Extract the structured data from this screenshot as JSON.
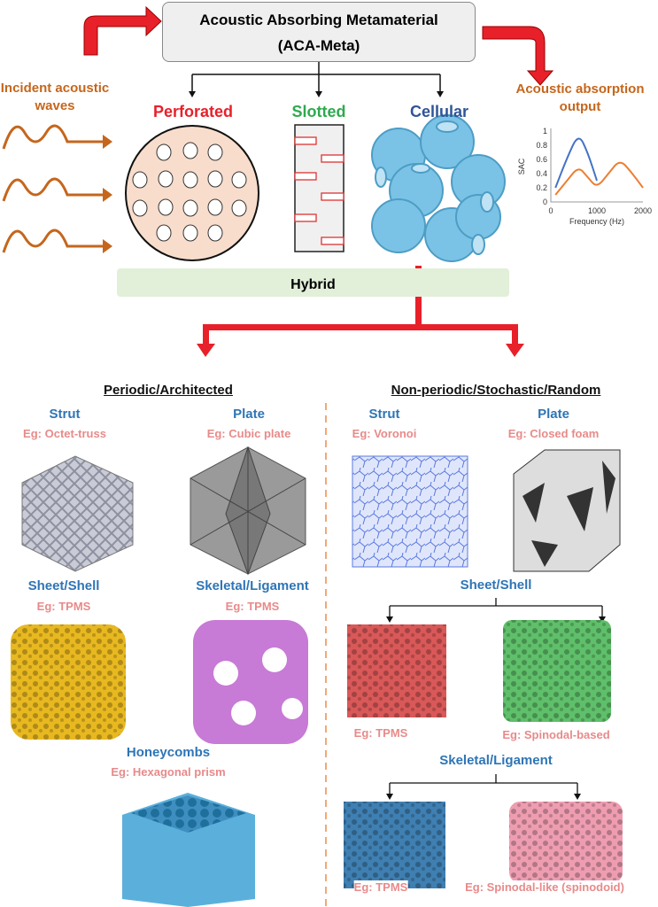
{
  "title": {
    "line1": "Acoustic Absorbing Metamaterial",
    "line2": "(ACA-Meta)"
  },
  "input_label": [
    "Incident acoustic",
    "waves"
  ],
  "output_label": [
    "Acoustic absorption",
    "output"
  ],
  "categories": {
    "perforated": "Perforated",
    "slotted": "Slotted",
    "cellular": "Cellular",
    "hybrid": "Hybrid"
  },
  "colors": {
    "red": "#e8202a",
    "green": "#2eaa4f",
    "blue": "#2f5597",
    "orange": "#c5661c",
    "accent_blue": "#2e75b6",
    "pink": "#e88a8a"
  },
  "periodic": {
    "header": "Periodic/Architected",
    "items": [
      {
        "label": "Strut",
        "eg": "Eg: Octet-truss"
      },
      {
        "label": "Plate",
        "eg": "Eg: Cubic plate"
      },
      {
        "label": "Sheet/Shell",
        "eg": "Eg: TPMS"
      },
      {
        "label": "Skeletal/Ligament",
        "eg": "Eg: TPMS"
      },
      {
        "label": "Honeycombs",
        "eg": "Eg: Hexagonal prism"
      }
    ]
  },
  "nonperiodic": {
    "header": "Non-periodic/Stochastic/Random",
    "strut": {
      "label": "Strut",
      "eg": "Eg: Voronoi"
    },
    "plate": {
      "label": "Plate",
      "eg": "Eg: Closed foam"
    },
    "sheet": {
      "label": "Sheet/Shell",
      "eg_left": "Eg: TPMS",
      "eg_right": "Eg: Spinodal-based"
    },
    "skeletal": {
      "label": "Skeletal/Ligament",
      "eg_left": "Eg: TPMS",
      "eg_right": "Eg: Spinodal-like (spinodoid)"
    }
  },
  "chart_data": {
    "type": "line",
    "xlabel": "Frequency (Hz)",
    "ylabel": "SAC",
    "xlim": [
      0,
      2000
    ],
    "ylim": [
      0,
      1
    ],
    "xticks": [
      "0",
      "1000",
      "2000"
    ],
    "yticks": [
      "0",
      "0.2",
      "0.4",
      "0.6",
      "0.8",
      "1"
    ],
    "series": [
      {
        "name": "blue",
        "color": "#4472c4",
        "x": [
          100,
          350,
          600,
          800,
          1000
        ],
        "y": [
          0.2,
          0.62,
          0.97,
          0.7,
          0.3
        ]
      },
      {
        "name": "orange",
        "color": "#ed7d31",
        "x": [
          100,
          350,
          600,
          800,
          1000,
          1250,
          1500,
          1750,
          2000
        ],
        "y": [
          0.1,
          0.3,
          0.5,
          0.35,
          0.2,
          0.4,
          0.6,
          0.42,
          0.2
        ]
      }
    ]
  }
}
